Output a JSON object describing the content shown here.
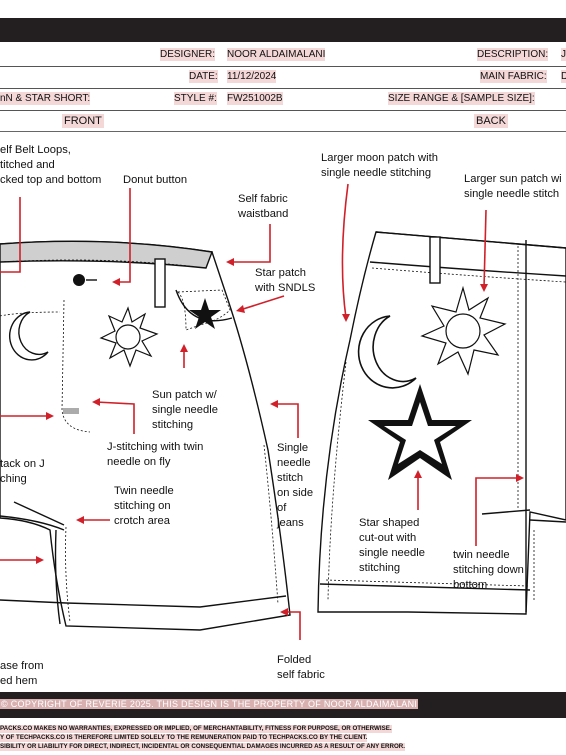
{
  "header": {
    "designer_label": "DESIGNER:",
    "designer_value": "NOOR ALDAIMALANI",
    "description_label": "DESCRIPTION:",
    "description_value": "J",
    "date_label": "DATE:",
    "date_value": "11/12/2024",
    "main_fabric_label": "MAIN FABRIC:",
    "main_fabric_value": "D",
    "style_name": "nN & STAR SHORT:",
    "style_label": "STYLE #:",
    "style_value": "FW251002B",
    "size_label": "SIZE RANGE & [SAMPLE SIZE]:"
  },
  "views": {
    "front": "FRONT",
    "back": "BACK"
  },
  "front_notes": {
    "belt_loops": [
      "elf Belt Loops,",
      "titched and",
      "cked top and bottom"
    ],
    "donut": [
      "Donut button"
    ],
    "waistband": [
      "Self fabric",
      "waistband"
    ],
    "star_patch": [
      "Star patch",
      "with SNDLS"
    ],
    "sun_patch": [
      "Sun patch w/",
      "single needle",
      "stitching"
    ],
    "j_stitch": [
      "J-stitching with twin",
      "needle on fly"
    ],
    "bartack": [
      "tack on J",
      "ching"
    ],
    "crotch": [
      "Twin needle",
      "stitching on",
      "crotch area"
    ],
    "side": [
      "Single",
      "needle",
      "stitch",
      "on side",
      "of",
      "jeans"
    ],
    "hem_left": [
      "ase from",
      "ed hem"
    ],
    "folded": [
      "Folded",
      "self fabric"
    ]
  },
  "back_notes": {
    "moon": [
      "Larger moon patch with",
      "single needle stitching"
    ],
    "sun": [
      "Larger sun patch wi",
      "single needle stitch"
    ],
    "star": [
      "Star shaped",
      "cut-out with",
      "single needle",
      "stitching"
    ],
    "twin_down": [
      "twin needle",
      "stitching down",
      "bottom"
    ]
  },
  "footer": {
    "copyright": "© COPYRIGHT OF REVERIE 2025. THIS DESIGN IS THE PROPERTY OF NOOR ALDAIMALANI",
    "disclaimer": [
      "PACKS.CO MAKES NO WARRANTIES, EXPRESSED OR IMPLIED, OF MERCHANTABILITY, FITNESS FOR PURPOSE, OR OTHERWISE.",
      "Y OF TECHPACKS.CO IS THEREFORE LIMITED SOLELY TO THE REMUNERATION PAID TO TECHPACKS.CO BY THE CLIENT.",
      "SIBILITY OR LIABILITY FOR DIRECT, INDIRECT, INCIDENTAL OR CONSEQUENTIAL DAMAGES INCURRED AS A RESULT OF ANY ERROR."
    ]
  },
  "colors": {
    "callout": "#d0202a",
    "header_bar": "#231f20",
    "label_bg": "#f4d7d7"
  }
}
